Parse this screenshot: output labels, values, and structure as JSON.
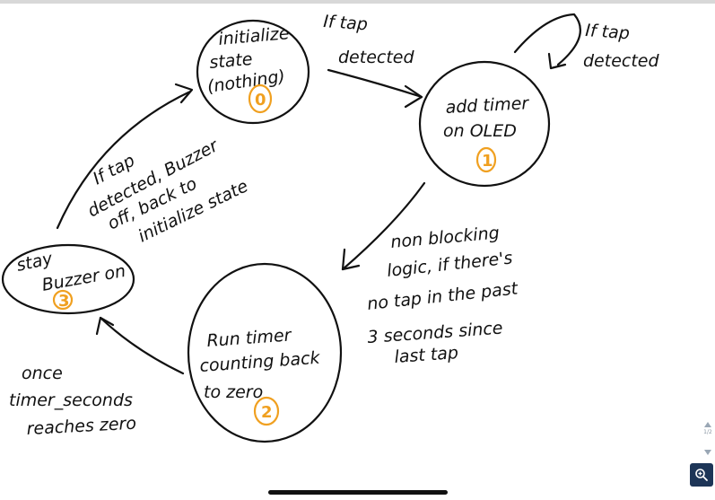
{
  "diagram": {
    "states": [
      {
        "lines": [
          "initialize",
          "state",
          "(nothing)"
        ],
        "number": "0"
      },
      {
        "lines": [
          "add timer",
          "on OLED"
        ],
        "number": "1"
      },
      {
        "lines": [
          "Run timer",
          "counting back",
          "to zero"
        ],
        "number": "2"
      },
      {
        "lines": [
          "stay",
          "Buzzer on"
        ],
        "number": "3"
      }
    ],
    "transitions": [
      {
        "lines": [
          "If tap",
          "detected"
        ]
      },
      {
        "lines": [
          "If tap",
          "detected"
        ]
      },
      {
        "lines": [
          "non blocking",
          "logic, if there's",
          "no tap in the past",
          "3 seconds since",
          "last tap"
        ]
      },
      {
        "lines": [
          "once",
          "timer_seconds",
          "reaches zero"
        ]
      },
      {
        "lines": [
          "If tap",
          "detected, Buzzer",
          "off, back to",
          "initialize state"
        ]
      }
    ]
  },
  "scrollbar": {
    "page_indicator": "1/2"
  },
  "zoom_button": {
    "icon": "zoom-icon"
  }
}
